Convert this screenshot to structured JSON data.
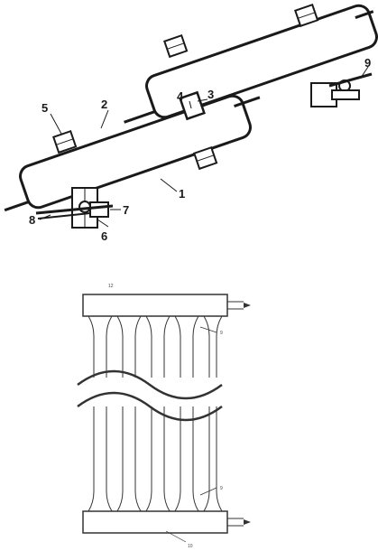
{
  "figure_top": {
    "callouts": [
      "1",
      "2",
      "3",
      "4",
      "5",
      "6",
      "7",
      "8",
      "9"
    ]
  },
  "figure_bottom": {
    "callouts": [
      "12",
      "9",
      "9",
      "10"
    ]
  }
}
